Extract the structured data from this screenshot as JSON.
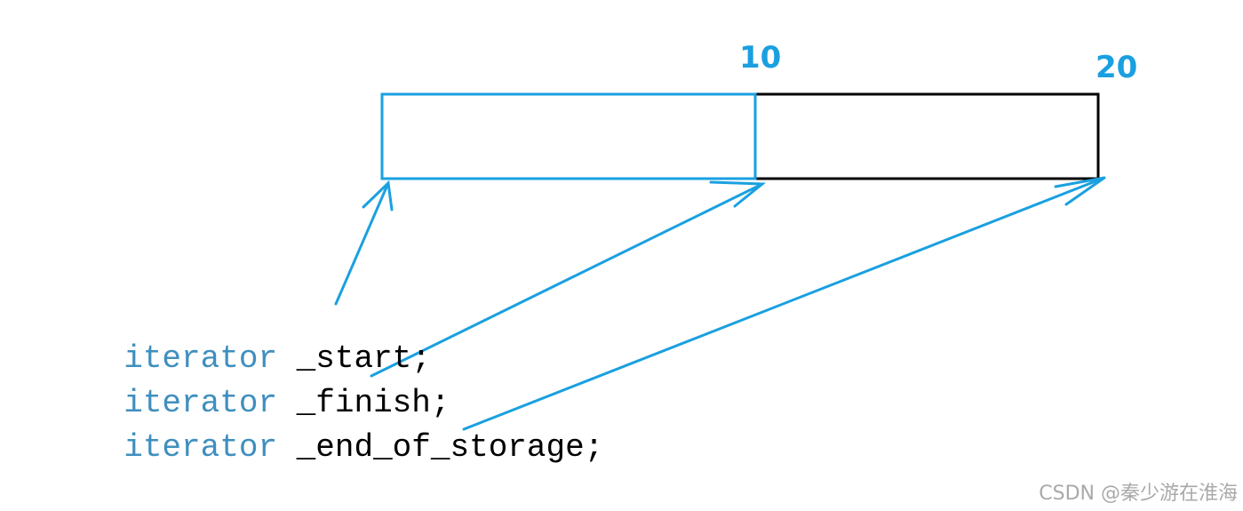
{
  "labels": {
    "capacity_mark": "10",
    "storage_mark": "20"
  },
  "code": {
    "type_keyword": "iterator",
    "lines": [
      "_start;",
      "_finish;",
      "_end_of_storage;"
    ]
  },
  "watermark": "CSDN @秦少游在淮海",
  "colors": {
    "accent": "#1aa0e0",
    "code_keyword": "#3f8fbf",
    "outline": "#000000",
    "watermark": "#a9a9a9"
  }
}
